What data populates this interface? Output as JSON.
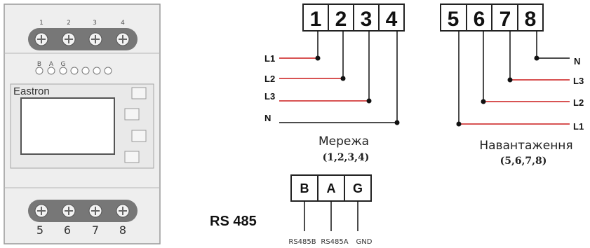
{
  "device": {
    "brand": "Eastron",
    "top_terminals": [
      "1",
      "2",
      "3",
      "4"
    ],
    "bottom_terminals": [
      "5",
      "6",
      "7",
      "8"
    ],
    "led_labels": [
      "B",
      "A",
      "G"
    ]
  },
  "network_block": {
    "terminals": [
      "1",
      "2",
      "3",
      "4"
    ],
    "wire_labels": [
      "L1",
      "L2",
      "L3",
      "N"
    ],
    "caption": "Мережа",
    "subcaption": "(1,2,3,4)"
  },
  "load_block": {
    "terminals": [
      "5",
      "6",
      "7",
      "8"
    ],
    "wire_labels": [
      "N",
      "L3",
      "L2",
      "L1"
    ],
    "caption": "Навантаження",
    "subcaption": "(5,6,7,8)"
  },
  "rs485": {
    "title": "RS 485",
    "cells": [
      "B",
      "A",
      "G"
    ],
    "pin_labels": [
      "RS485B",
      "RS485A",
      "GND"
    ]
  },
  "colors": {
    "phase_wire": "#cc1a1a",
    "neutral_wire": "#111111",
    "device_body": "#eeeeee",
    "terminal_bar": "#777777"
  }
}
